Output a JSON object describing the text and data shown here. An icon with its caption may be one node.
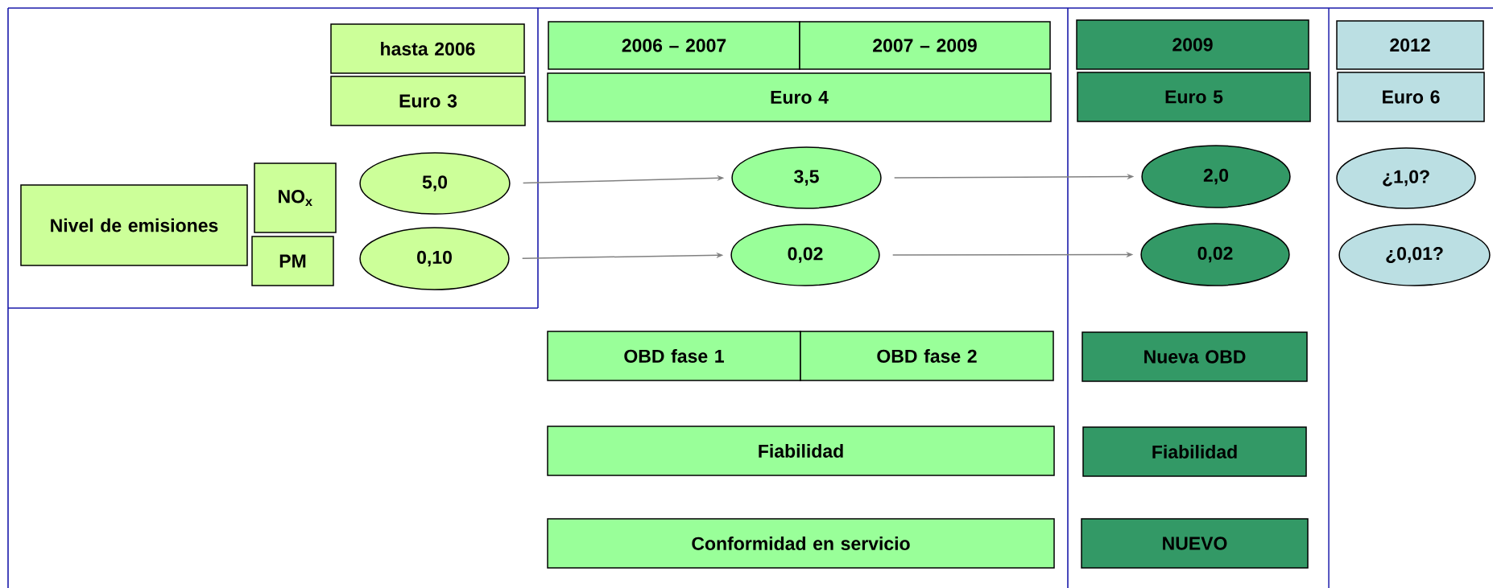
{
  "diagram": {
    "nodes": [
      {
        "text": [
          "hasta 2006"
        ]
      },
      {
        "text": [
          "Euro 3"
        ]
      },
      {
        "text": [
          "2006 – 2007"
        ]
      },
      {
        "text": [
          "2007 – 2009"
        ]
      },
      {
        "text": [
          "Euro 4"
        ]
      },
      {
        "text": [
          "2009"
        ]
      },
      {
        "text": [
          "Euro 5"
        ]
      },
      {
        "text": [
          "2012"
        ]
      },
      {
        "text": [
          "Euro 6"
        ]
      },
      {
        "text": [
          "Nivel de emisiones"
        ]
      },
      {
        "text": [
          "NO$_{x}$"
        ]
      },
      {
        "text": [
          "PM"
        ]
      },
      {
        "text": [
          "5,0"
        ]
      },
      {
        "text": [
          "0,10"
        ]
      },
      {
        "text": [
          "3,5"
        ]
      },
      {
        "text": [
          "0,02"
        ]
      },
      {
        "text": [
          "2,0"
        ]
      },
      {
        "text": [
          "0,02"
        ]
      },
      {
        "text": [
          "¿1,0?"
        ]
      },
      {
        "text": [
          "¿0,01?"
        ]
      },
      {
        "text": [
          "OBD fase 1"
        ]
      },
      {
        "text": [
          "OBD fase 2"
        ]
      },
      {
        "text": [
          "Nueva OBD"
        ]
      },
      {
        "text": [
          "Fiabilidad"
        ]
      },
      {
        "text": [
          "Fiabilidad"
        ]
      },
      {
        "text": [
          "Conformidad en servicio"
        ]
      },
      {
        "text": [
          "NUEVO"
        ]
      }
    ],
    "edges": [
      {
        "from": 12,
        "to": 14,
        "arrow": "to"
      },
      {
        "from": 14,
        "to": 16,
        "arrow": "to"
      },
      {
        "from": 13,
        "to": 15,
        "arrow": "to"
      },
      {
        "from": 15,
        "to": 17,
        "arrow": "to"
      }
    ]
  }
}
